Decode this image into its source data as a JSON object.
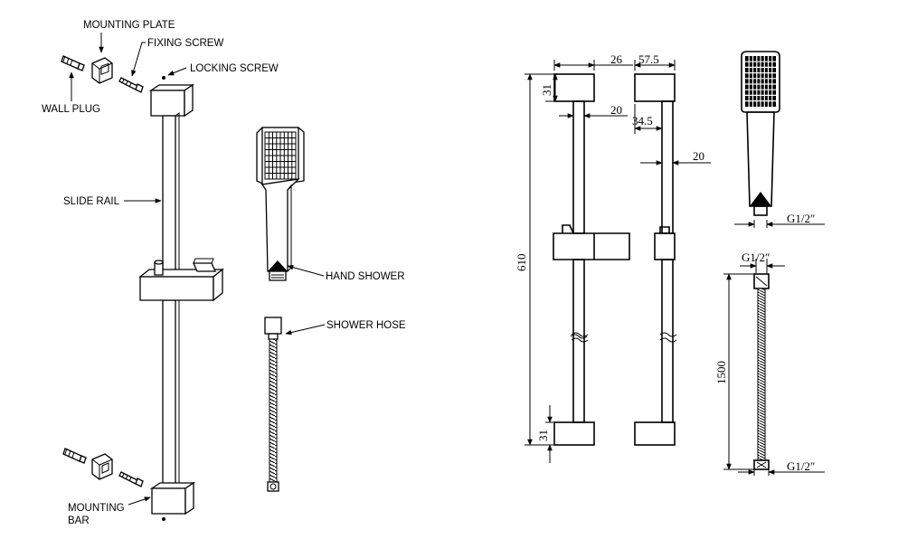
{
  "labels": {
    "mounting_plate": "MOUNTING PLATE",
    "fixing_screw": "FIXING SCREW",
    "locking_screw": "LOCKING SCREW",
    "wall_plug": "WALL PLUG",
    "slide_rail": "SLIDE RAIL",
    "hand_shower": "HAND SHOWER",
    "shower_hose": "SHOWER HOSE",
    "mounting_bar_line1": "MOUNTING",
    "mounting_bar_line2": "BAR"
  },
  "dimensions": {
    "d26": "26",
    "d57_5": "57.5",
    "d31_top": "31",
    "d20_a": "20",
    "d34_5": "34.5",
    "d20_b": "20",
    "d610": "610",
    "d31_bottom": "31",
    "g12_head": "G1/2″",
    "g12_hose_top": "G1/2″",
    "d1500": "1500",
    "g12_hose_bottom": "G1/2″"
  }
}
